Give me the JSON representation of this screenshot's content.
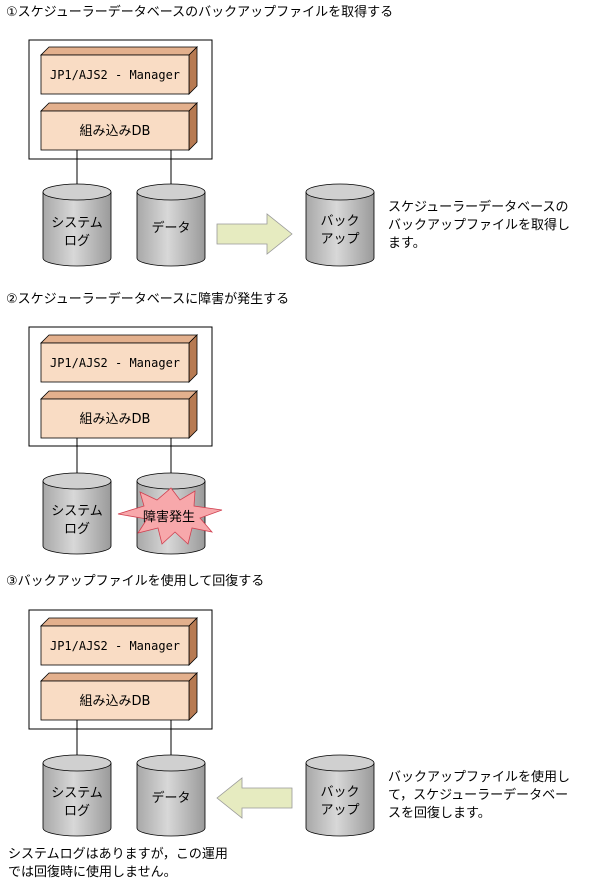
{
  "steps": [
    {
      "heading": "①スケジューラーデータベースのバックアップファイルを取得する",
      "manager_label": "JP1/AJS2 - Manager",
      "db_label": "組み込みDB",
      "cyl_log": [
        "システム",
        "ログ"
      ],
      "cyl_data": "データ",
      "cyl_backup": [
        "バック",
        "アップ"
      ],
      "note": [
        "スケジューラーデータベースの",
        "バックアップファイルを取得し",
        "ます。"
      ]
    },
    {
      "heading": "②スケジューラーデータベースに障害が発生する",
      "manager_label": "JP1/AJS2 - Manager",
      "db_label": "組み込みDB",
      "cyl_log": [
        "システム",
        "ログ"
      ],
      "failure": "障害発生"
    },
    {
      "heading": "③バックアップファイルを使用して回復する",
      "manager_label": "JP1/AJS2 - Manager",
      "db_label": "組み込みDB",
      "cyl_log": [
        "システム",
        "ログ"
      ],
      "cyl_data": "データ",
      "cyl_backup": [
        "バック",
        "アップ"
      ],
      "note": [
        "バックアップファイルを使用し",
        "て，スケジューラーデータベー",
        "スを回復します。"
      ],
      "footnote": [
        "システムログはありますが，この運用",
        "では回復時に使用しません。"
      ]
    }
  ],
  "colors": {
    "box_fill": "#f9dcc4",
    "box_side": "#c88a5c",
    "cylinder": "#c0c0c0",
    "arrow": "#e6ebc0",
    "burst": "#f7a8ab"
  }
}
